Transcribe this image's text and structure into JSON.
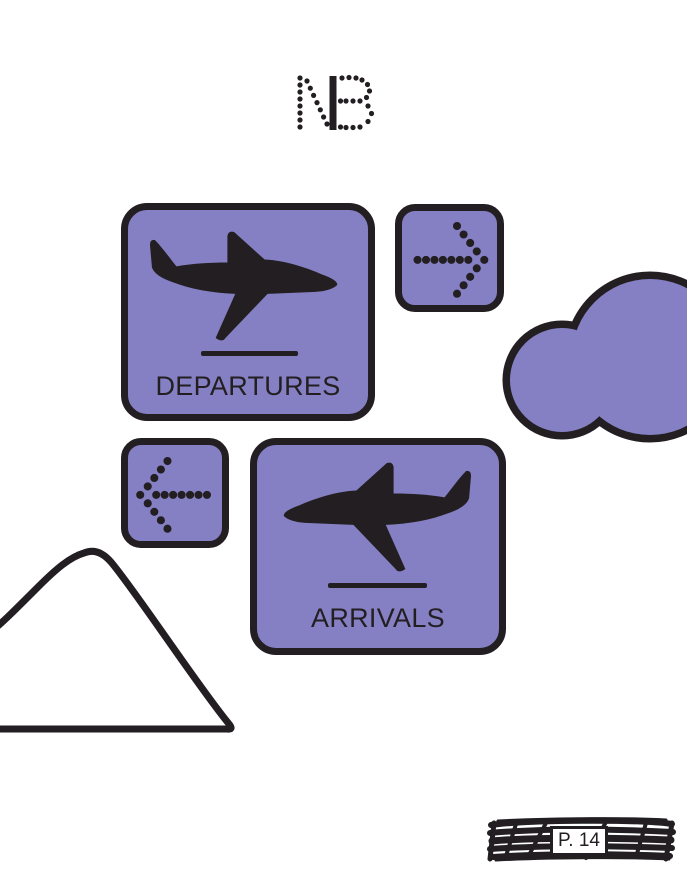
{
  "page": {
    "number_label": "P. 14",
    "background": "#ffffff"
  },
  "logo": {
    "text": "NB",
    "style": "dotted letters with solid center stem"
  },
  "signs": {
    "departures": {
      "label": "DEPARTURES",
      "icon": "plane-taking-off"
    },
    "arrivals": {
      "label": "ARRIVALS",
      "icon": "plane-landing"
    },
    "arrow_right": {
      "icon": "dotted-arrow-right"
    },
    "arrow_left": {
      "icon": "dotted-arrow-left"
    }
  },
  "decorations": {
    "cloud": "cloud-outline-purple",
    "mountain": "mountain-outline-white"
  },
  "colors": {
    "sign_purple": "#8580C3",
    "ink_black": "#221e21",
    "paper_white": "#ffffff"
  }
}
